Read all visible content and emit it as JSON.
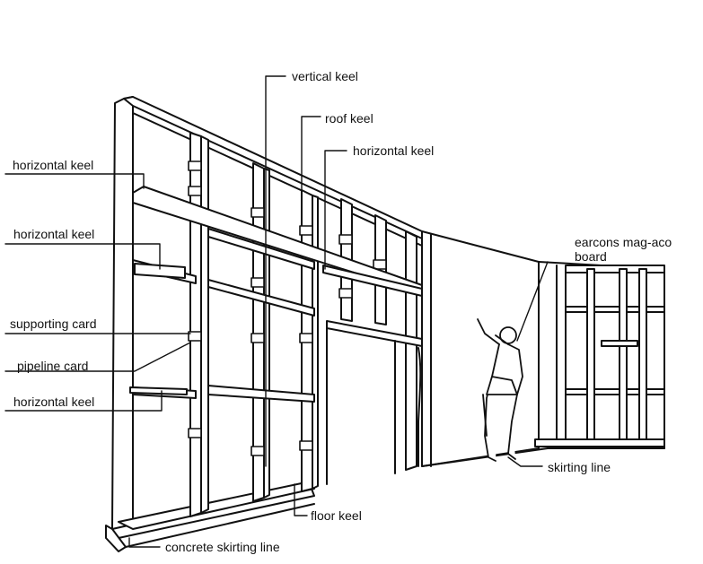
{
  "labels": {
    "vertical_keel": "vertical keel",
    "roof_keel": "roof keel",
    "horizontal_keel_top_right": "horizontal keel",
    "horizontal_keel_1": "horizontal keel",
    "horizontal_keel_2": "horizontal keel",
    "supporting_card": "supporting card",
    "pipeline_card": "pipeline card",
    "horizontal_keel_3": "horizontal keel",
    "board": "earcons mag-aco board",
    "skirting_line": "skirting line",
    "floor_keel": "floor keel",
    "concrete_skirting_line": "concrete skirting line"
  },
  "colors": {
    "ink": "#111111",
    "paper": "#ffffff"
  }
}
